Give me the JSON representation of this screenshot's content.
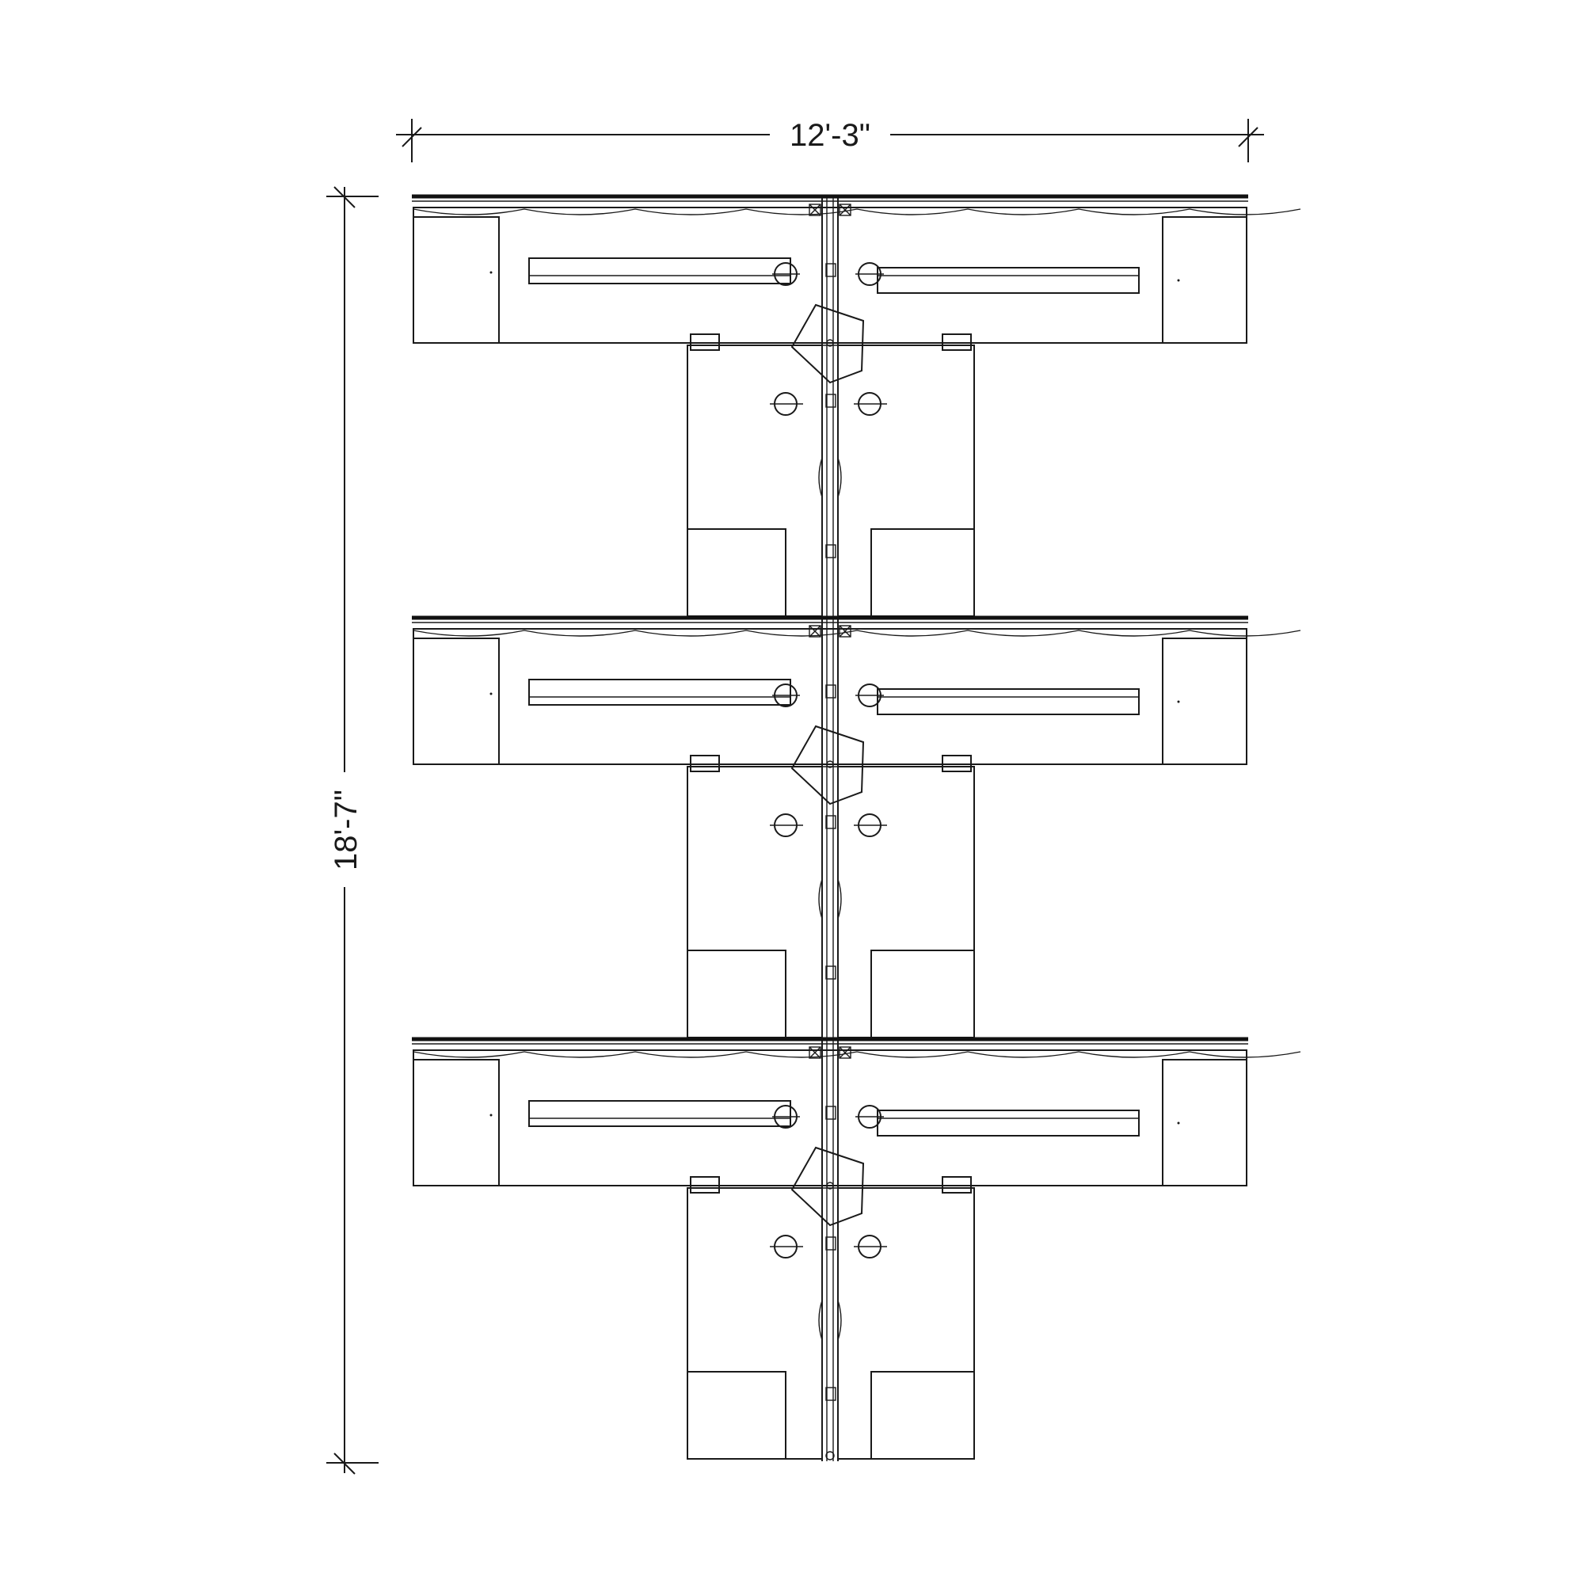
{
  "dimensions": {
    "width_label": "12'-3\"",
    "height_label": "18'-7\""
  },
  "layout": {
    "pod_rows": 3,
    "stations_per_row": 4
  },
  "colors": {
    "line": "#1a1a1a",
    "background": "#ffffff"
  }
}
